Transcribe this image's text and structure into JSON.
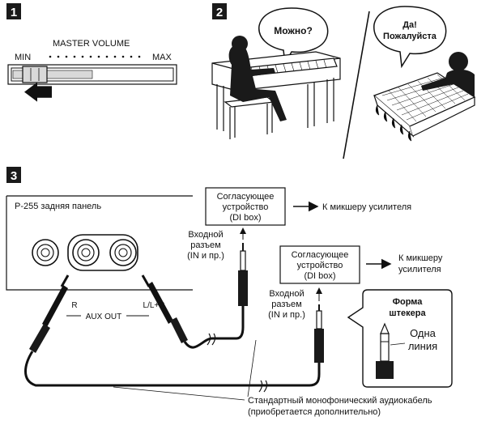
{
  "step1": {
    "number": "1",
    "volume_label": "MASTER VOLUME",
    "min_label": "MIN",
    "max_label": "MAX"
  },
  "step2": {
    "number": "2",
    "bubble_left": "Можно?",
    "bubble_right_line1": "Да!",
    "bubble_right_line2": "Пожалуйста"
  },
  "step3": {
    "number": "3",
    "panel_title": "P-255 задняя панель",
    "jack_r_label": "R",
    "jack_l_label": "L/L+R",
    "aux_out_label": "AUX OUT",
    "dibox1": {
      "line1": "Согласующее",
      "line2": "устройство",
      "line3": "(DI box)"
    },
    "dibox1_output": "К микшеру усилителя",
    "input1": {
      "line1": "Входной",
      "line2": "разъем",
      "line3": "(IN и пр.)"
    },
    "dibox2": {
      "line1": "Согласующее",
      "line2": "устройство",
      "line3": "(DI box)"
    },
    "dibox2_output": {
      "line1": "К микшеру",
      "line2": "усилителя"
    },
    "input2": {
      "line1": "Входной",
      "line2": "разъем",
      "line3": "(IN и пр.)"
    },
    "plug_box": {
      "title_line1": "Форма",
      "title_line2": "штекера",
      "desc_line1": "Одна",
      "desc_line2": "линия"
    },
    "cable_caption_line1": "Стандартный монофонический аудиокабель",
    "cable_caption_line2": "(приобретается дополнительно)"
  },
  "colors": {
    "ink": "#111111",
    "badge": "#1a1a1a",
    "fill_gray": "#d9d9d9",
    "dark_gray": "#666666"
  }
}
